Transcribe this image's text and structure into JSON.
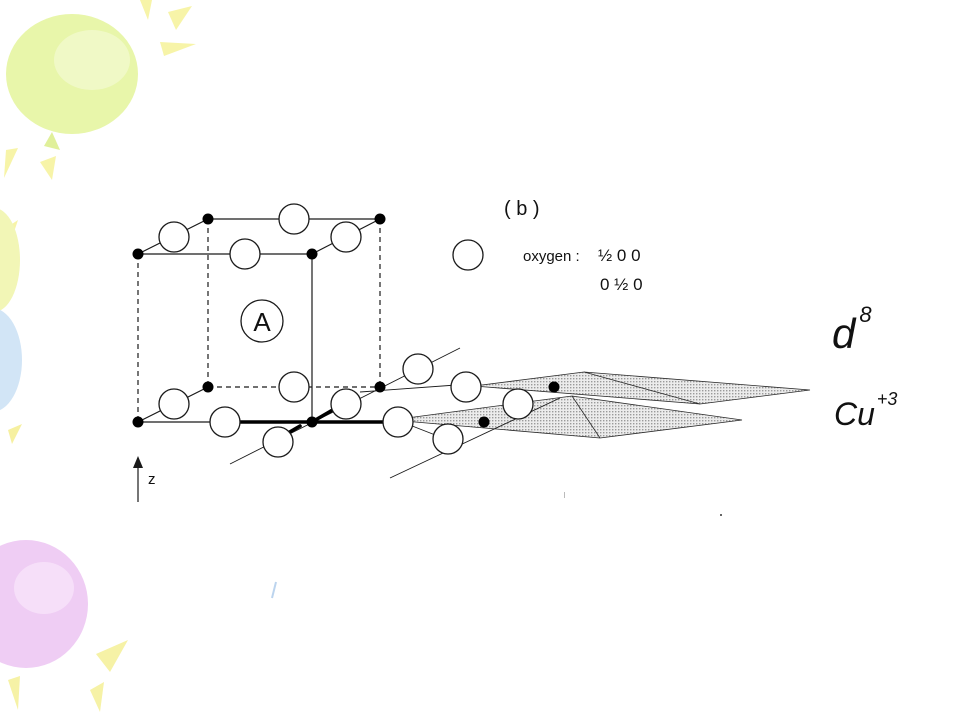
{
  "figure": {
    "panel_label": "( b )",
    "cell_label": "A",
    "axis_label": "z",
    "legend": {
      "label": "oxygen :",
      "positions": [
        "½ 0 0",
        "0 ½ 0"
      ]
    }
  },
  "handwritten": {
    "line1_base": "d",
    "line1_sup": "8",
    "line2_base": "Cu",
    "line2_sup": "+3"
  },
  "colors": {
    "line": "#1a1a1a",
    "plane_fill": "#cfcfcf",
    "balloon_green": "#e6f5a8",
    "balloon_yellow": "#f4f5a0",
    "balloon_blue": "#cfe3f6",
    "balloon_purple": "#ecc8f2"
  }
}
